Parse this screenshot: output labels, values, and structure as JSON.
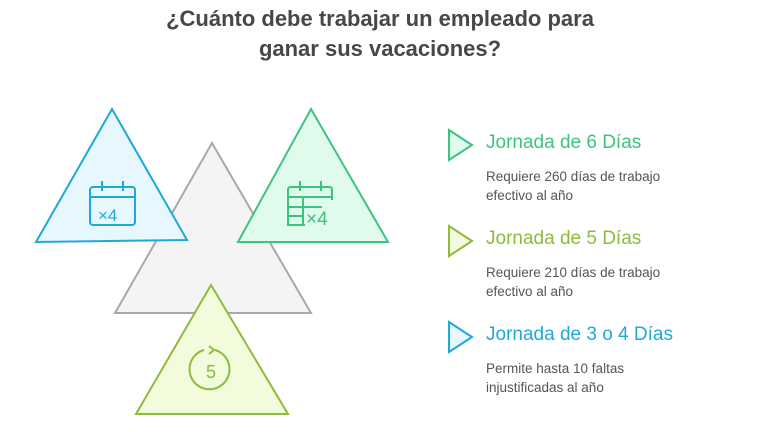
{
  "title_line1": "¿Cuánto debe trabajar un empleado para",
  "title_line2": "ganar sus vacaciones?",
  "icons": {
    "blue": "calendar-x4-icon",
    "green": "calendar-table-x4-icon",
    "lime": "cycle-5-icon"
  },
  "icon_text": {
    "x4": "×4",
    "five": "5"
  },
  "colors": {
    "green": "#3cc47f",
    "lime": "#8dbb3c",
    "blue": "#1fa8da",
    "gray": "#a8a8a8"
  },
  "items": [
    {
      "title": "Jornada de 6 Días",
      "desc1": "Requiere 260 días de trabajo",
      "desc2": "efectivo al año"
    },
    {
      "title": "Jornada de 5 Días",
      "desc1": "Requiere 210 días de trabajo",
      "desc2": "efectivo al año"
    },
    {
      "title": "Jornada de 3 o 4 Días",
      "desc1": "Permite hasta 10 faltas",
      "desc2": "injustificadas al año"
    }
  ]
}
